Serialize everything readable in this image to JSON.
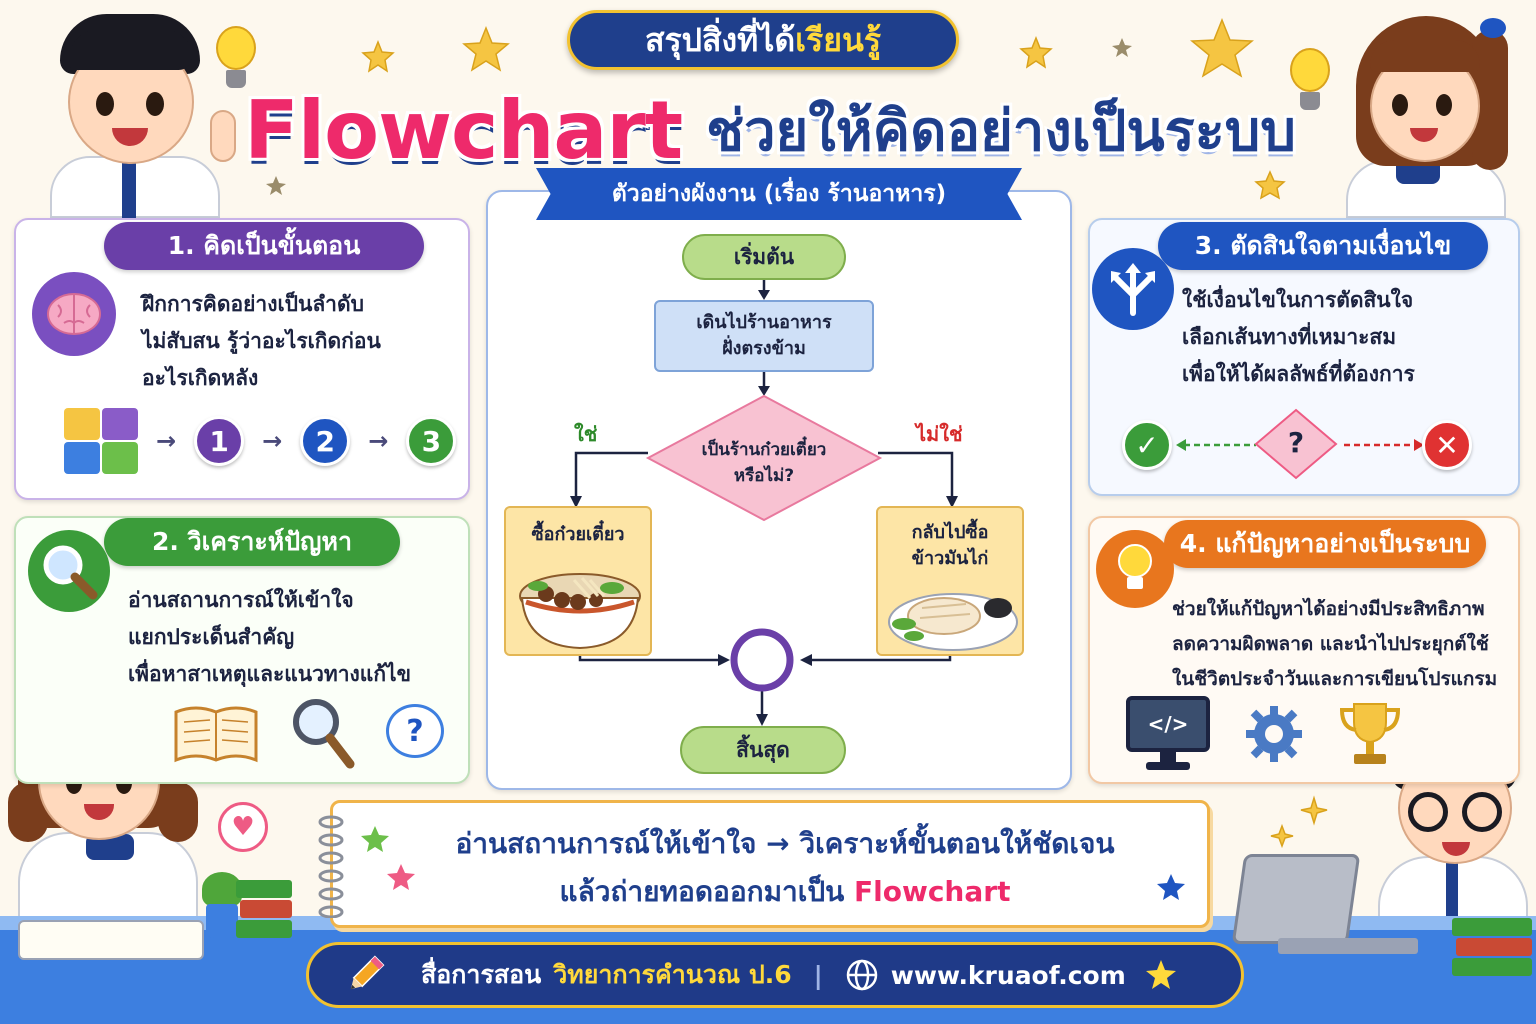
{
  "header": {
    "subtitle_pre": "สรุปสิ่งที่ได้",
    "subtitle_highlight": "เรียนรู้",
    "title_en": "Flowchart",
    "title_th": "ช่วยให้คิดอย่างเป็นระบบ"
  },
  "card1": {
    "title": "1. คิดเป็นขั้นตอน",
    "lines": [
      "ฝึกการคิดอย่างเป็นลำดับ",
      "ไม่สับสน รู้ว่าอะไรเกิดก่อน",
      "อะไรเกิดหลัง"
    ],
    "steps": [
      "1",
      "2",
      "3"
    ],
    "icon": "brain-icon"
  },
  "card2": {
    "title": "2. วิเคราะห์ปัญหา",
    "lines": [
      "อ่านสถานการณ์ให้เข้าใจ",
      "แยกประเด็นสำคัญ",
      "เพื่อหาสาเหตุและแนวทางแก้ไข"
    ],
    "icon": "magnifier-icon",
    "question_mark": "?"
  },
  "card3": {
    "title": "3. ตัดสินใจตามเงื่อนไข",
    "lines": [
      "ใช้เงื่อนไขในการตัดสินใจ",
      "เลือกเส้นทางที่เหมาะสม",
      "เพื่อให้ได้ผลลัพธ์ที่ต้องการ"
    ],
    "icon": "split-arrow-icon",
    "decision_symbol": "?"
  },
  "card4": {
    "title": "4. แก้ปัญหาอย่างเป็นระบบ",
    "lines": [
      "ช่วยให้แก้ปัญหาได้อย่างมีประสิทธิภาพ",
      "ลดความผิดพลาด และนำไปประยุกต์ใช้",
      "ในชีวิตประจำวันและการเขียนโปรแกรม"
    ],
    "icon": "lightbulb-icon",
    "code_symbol": "</>"
  },
  "flowchart": {
    "banner": "ตัวอย่างผังงาน (เรื่อง ร้านอาหาร)",
    "start": "เริ่มต้น",
    "process_lines": [
      "เดินไปร้านอาหาร",
      "ฝั่งตรงข้าม"
    ],
    "decision_lines": [
      "เป็นร้านก๋วยเตี๋ยว",
      "หรือไม่?"
    ],
    "yes": "ใช่",
    "no": "ไม่ใช่",
    "yes_box": [
      "ซื้อก๋วยเตี๋ยว"
    ],
    "no_box": [
      "กลับไปซื้อ",
      "ข้าวมันไก่"
    ],
    "end": "สิ้นสุด"
  },
  "note": {
    "line1": "อ่านสถานการณ์ให้เข้าใจ → วิเคราะห์ขั้นตอนให้ชัดเจน",
    "line2_pre": "แล้วถ่ายทอดออกมาเป็น ",
    "line2_highlight": "Flowchart"
  },
  "footer": {
    "label": "สื่อการสอน",
    "subject": "วิทยาการคำนวณ ป.6",
    "separator": "|",
    "website": "www.kruaof.com"
  },
  "colors": {
    "navy": "#1f3f8c",
    "pink": "#ee2a6b",
    "purple": "#6a3fa8",
    "green": "#3b9c3a",
    "blue": "#1f55c1",
    "orange": "#e8761e",
    "yellow": "#ffd93b"
  }
}
